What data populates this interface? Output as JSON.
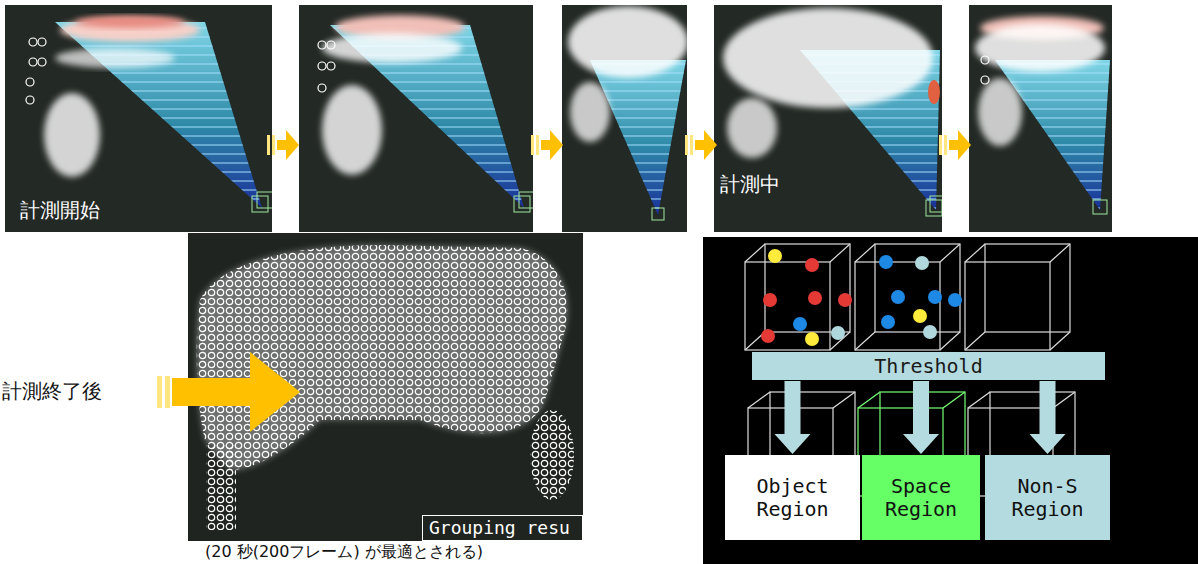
{
  "diagram": {
    "nodes": [
      {
        "text": [
          "Grouping resu"
        ]
      },
      {
        "text": [
          "Threshold"
        ]
      },
      {
        "text": [
          "Object Region"
        ]
      },
      {
        "text": [
          "Space Region"
        ]
      },
      {
        "text": [
          "Non-S Region"
        ]
      }
    ],
    "edges": [
      {
        "from": 1,
        "to": 2,
        "arrow": "to"
      },
      {
        "from": 1,
        "to": 3,
        "arrow": "to"
      },
      {
        "from": 1,
        "to": 4,
        "arrow": "to"
      }
    ],
    "labels": [
      "計測開始",
      "計測中",
      "計測終了後",
      "(20 秒(200フレーム) が最適とされる)"
    ]
  }
}
